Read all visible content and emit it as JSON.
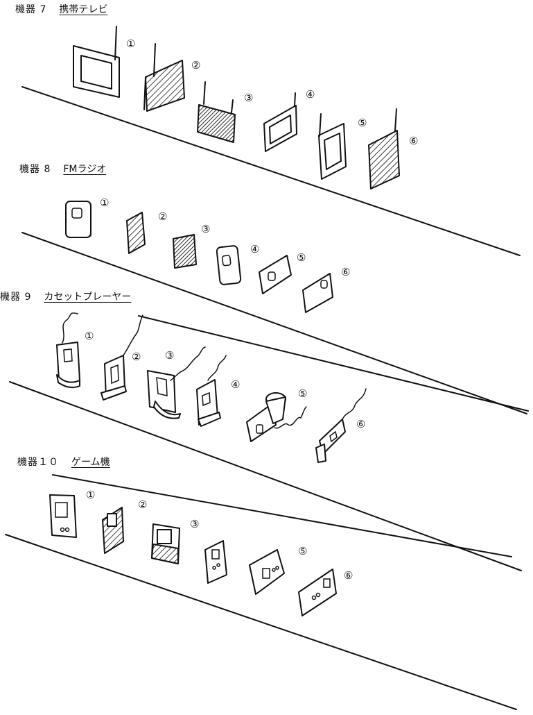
{
  "sections": [
    {
      "label": "機器 7",
      "title": "携帯テレビ",
      "items": [
        "①",
        "②",
        "③",
        "④",
        "⑤",
        "⑥"
      ]
    },
    {
      "label": "機器 8",
      "title": "FMラジオ",
      "items": [
        "①",
        "②",
        "③",
        "④",
        "⑤",
        "⑥"
      ]
    },
    {
      "label": "機器 9",
      "title": "カセットプレーヤー",
      "items": [
        "①",
        "②",
        "③",
        "④",
        "⑤",
        "⑥"
      ]
    },
    {
      "label": "機器１０",
      "title": "ゲーム機",
      "items": [
        "①",
        "②",
        "③",
        "④",
        "⑤",
        "⑥"
      ]
    }
  ]
}
